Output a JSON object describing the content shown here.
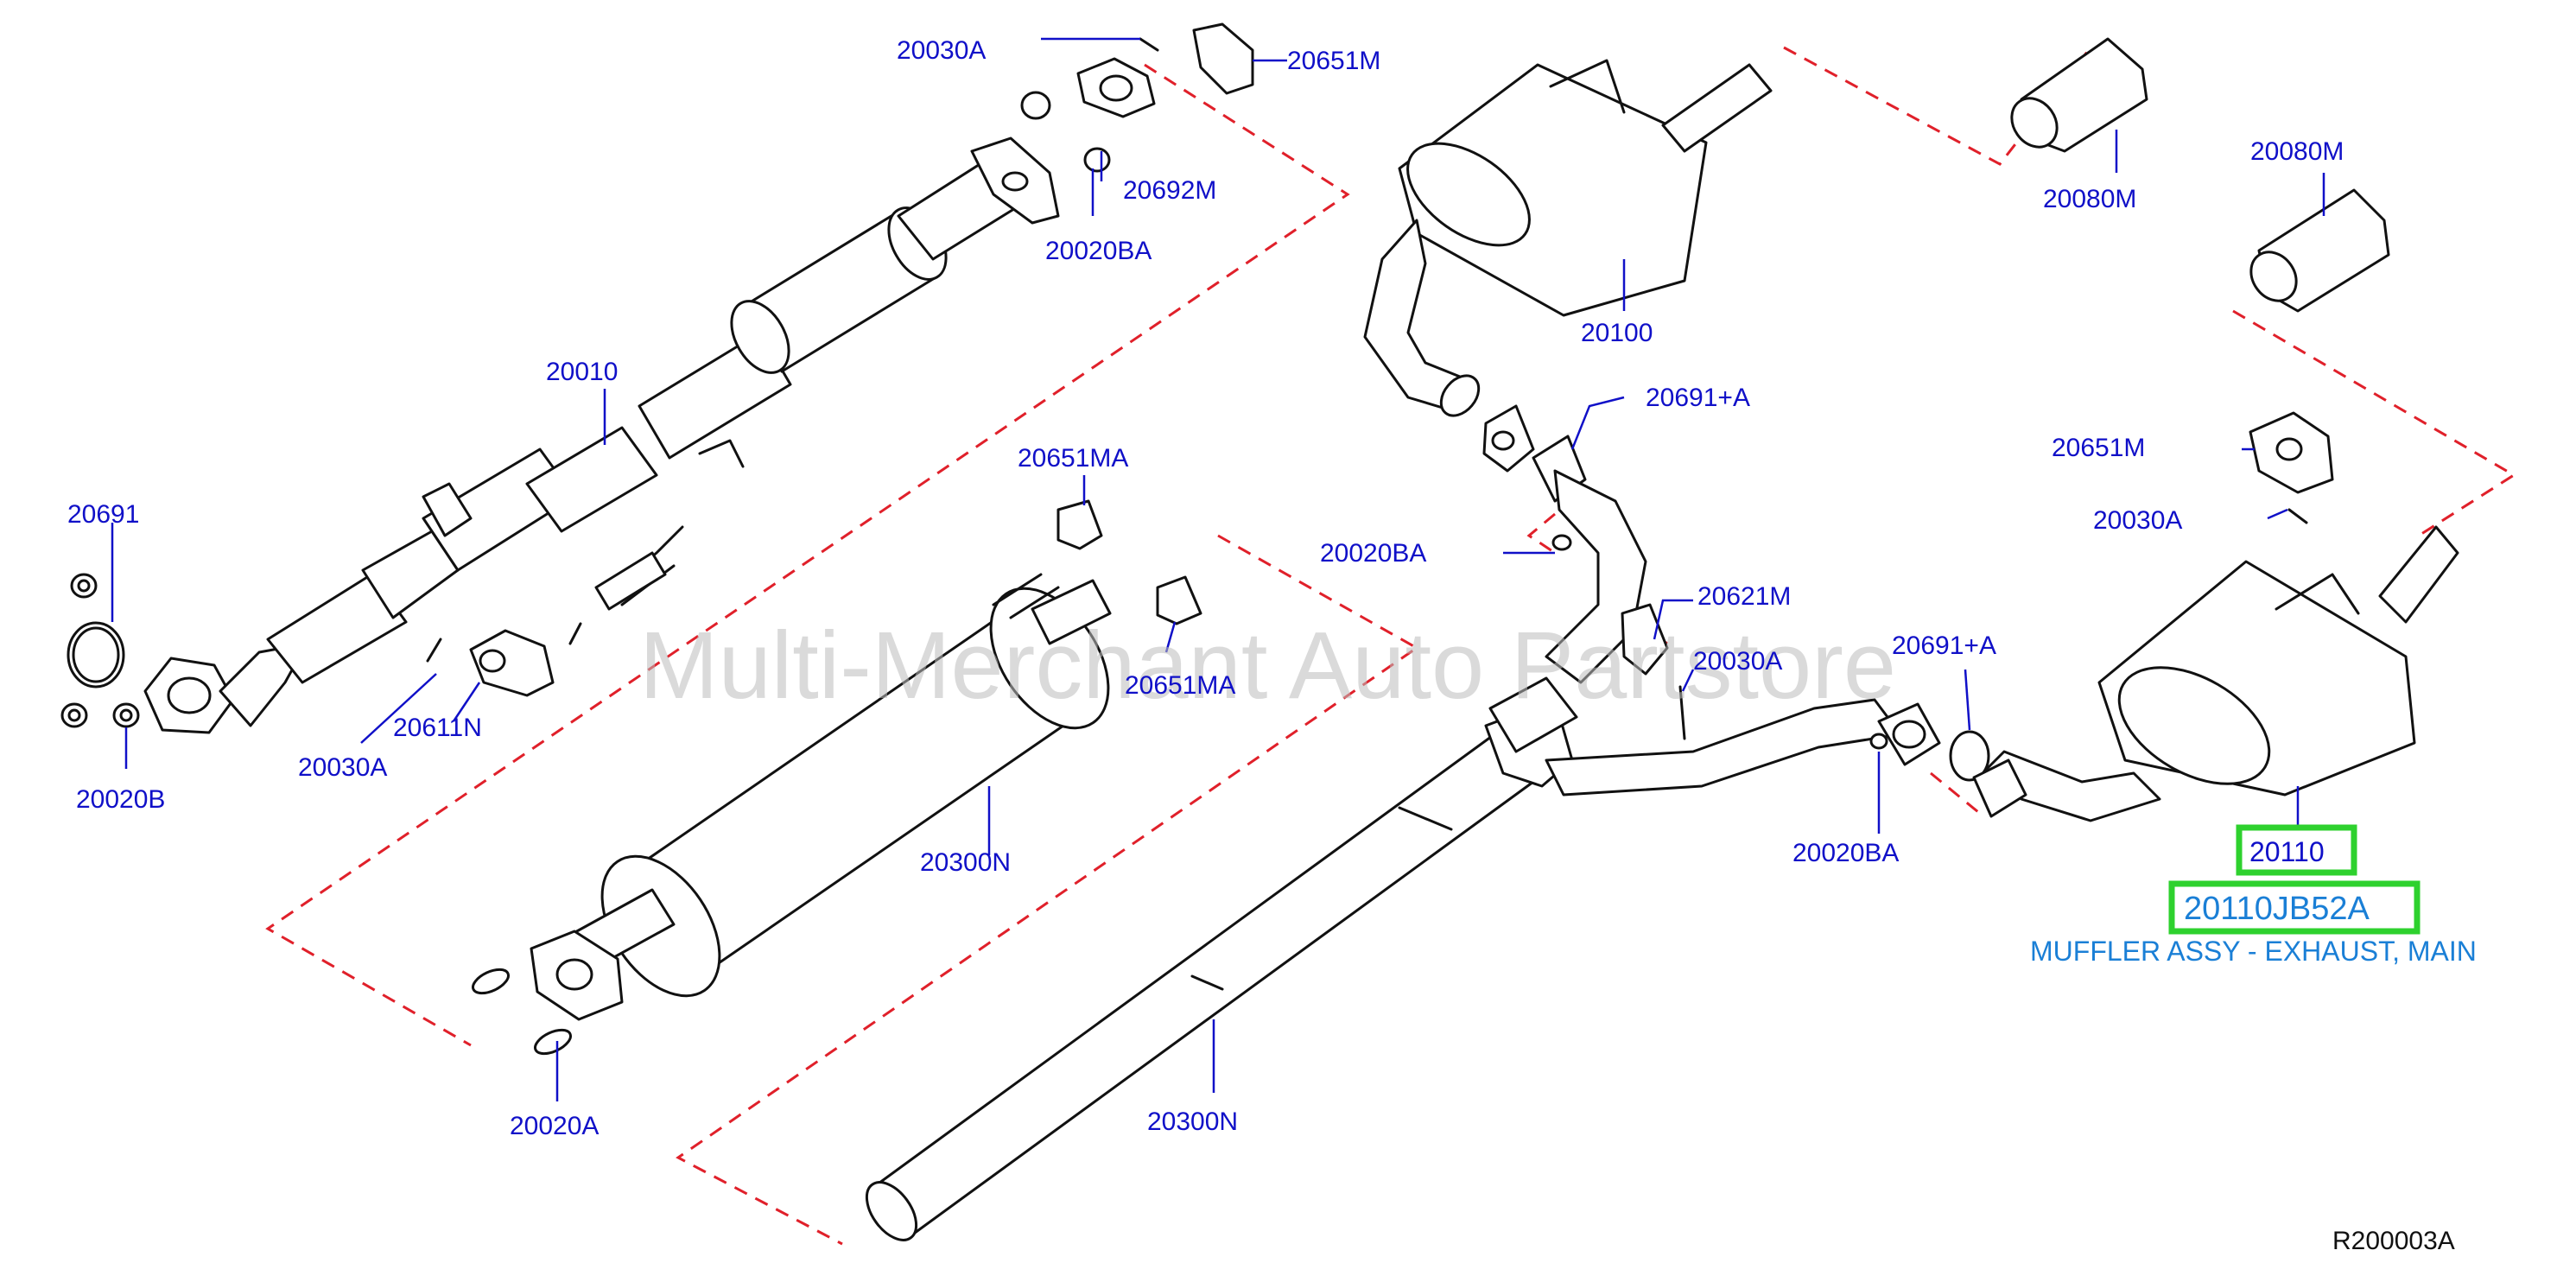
{
  "diagram": {
    "watermark": "Multi-Merchant Auto Partstore",
    "figure_code": "R200003A",
    "colors": {
      "label": "#1010c8",
      "highlight_box": "#2ed12e",
      "dashed_lines": "#e0202a",
      "description": "#1a7fd6"
    },
    "labels": {
      "p20030A_top": "20030A",
      "p20651M_top": "20651M",
      "p20692M": "20692M",
      "p20020BA_top": "20020BA",
      "p20010": "20010",
      "p20691": "20691",
      "p20020B": "20020B",
      "p20030A_left": "20030A",
      "p20611N": "20611N",
      "p20651MA_top": "20651MA",
      "p20651MA_mid": "20651MA",
      "p20300N_mid": "20300N",
      "p20020A": "20020A",
      "p20300N_bottom": "20300N",
      "p20100": "20100",
      "p20080M_top": "20080M",
      "p20080M_right": "20080M",
      "p20691A_top": "20691+A",
      "p20020BA_mid": "20020BA",
      "p20621M": "20621M",
      "p20030A_mid": "20030A",
      "p20691A_right": "20691+A",
      "p20020BA_right": "20020BA",
      "p20651M_right": "20651M",
      "p20030A_right": "20030A",
      "p20110": "20110"
    },
    "selected_part": {
      "number": "20110JB52A",
      "description": "MUFFLER ASSY - EXHAUST, MAIN"
    }
  }
}
